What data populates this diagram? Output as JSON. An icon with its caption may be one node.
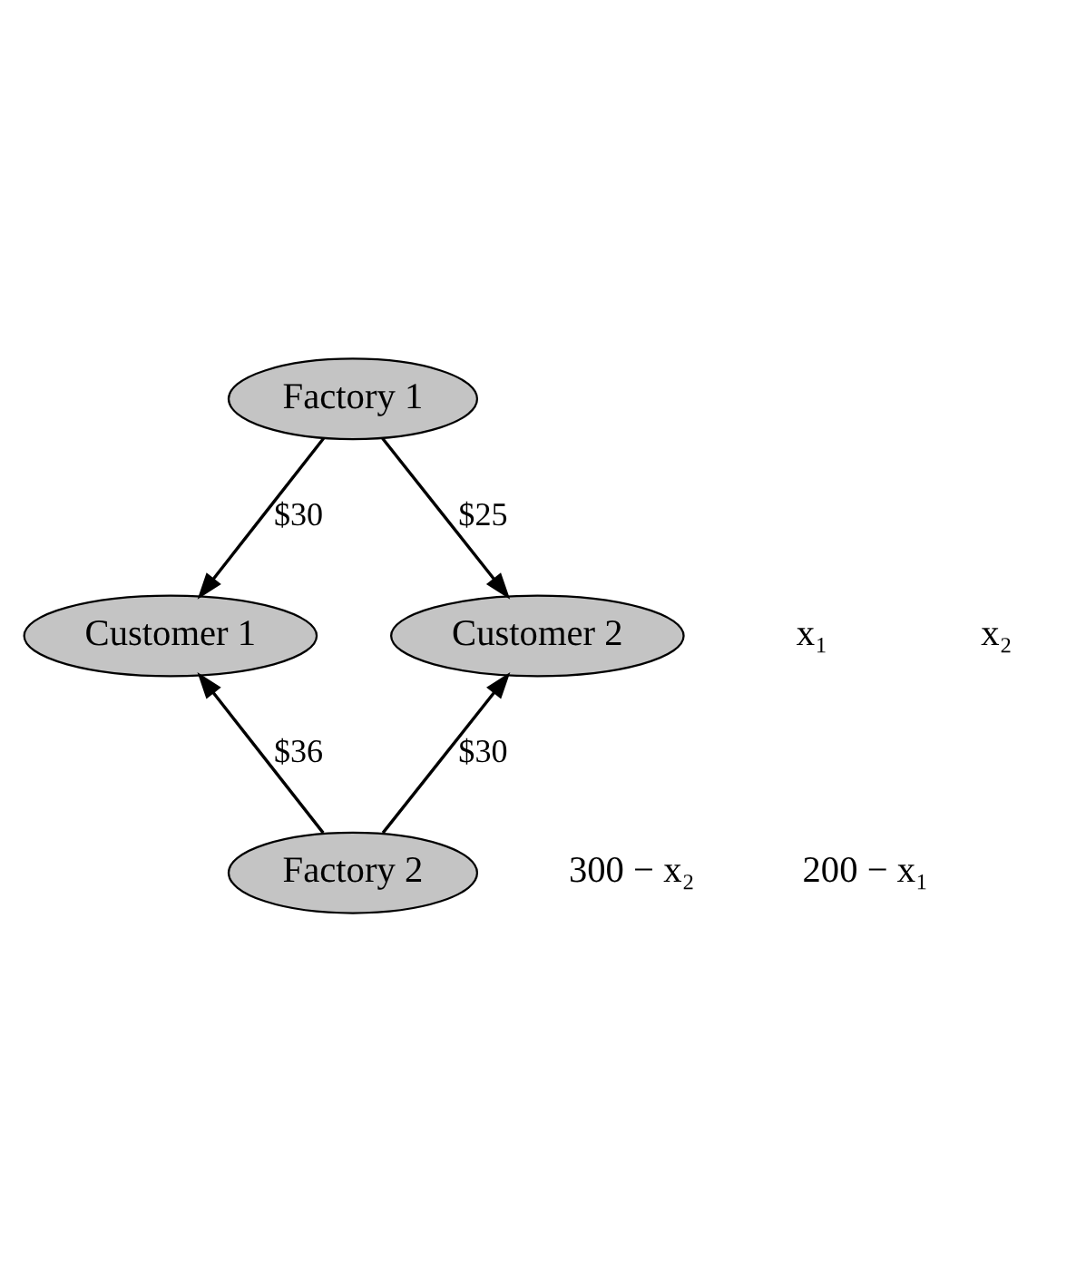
{
  "diagram": {
    "nodes": [
      {
        "text": [
          "Factory 1"
        ]
      },
      {
        "text": [
          "Customer 1"
        ]
      },
      {
        "text": [
          "Customer 2"
        ]
      },
      {
        "text": [
          "Factory 2"
        ]
      }
    ],
    "edges": [
      {
        "from": 0,
        "to": 1,
        "arrow": "to",
        "label": "$30"
      },
      {
        "from": 0,
        "to": 2,
        "arrow": "to",
        "label": "$25"
      },
      {
        "from": 3,
        "to": 1,
        "arrow": "to",
        "label": "$36"
      },
      {
        "from": 3,
        "to": 2,
        "arrow": "to",
        "label": "$30"
      }
    ],
    "labels": [
      "x₁",
      "x₂",
      "300 − x₂",
      "200 − x₁"
    ]
  }
}
